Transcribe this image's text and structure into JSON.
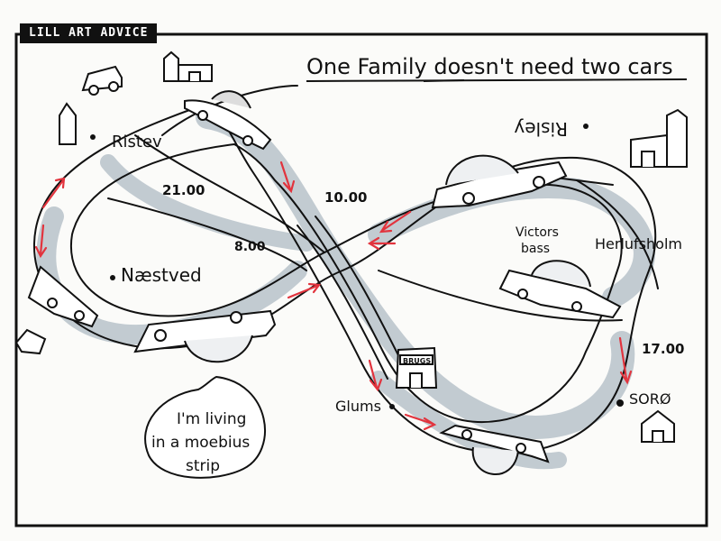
{
  "brand": "LILL ART ADVICE",
  "title": "One Family doesn't need two cars",
  "places": {
    "ristev": "Ristev",
    "risley_mirrored": "Risley",
    "naestved": "Næstved",
    "herlufsholm": "Herlufsholm",
    "glums": "Glums",
    "soro": "SORØ"
  },
  "times": {
    "t2100": "21.00",
    "t1000": "10.00",
    "t800": "8.00",
    "t1700": "17.00"
  },
  "labels": {
    "victors_bass_line1": "Victors",
    "victors_bass_line2": "bass",
    "shop_sign": "BRUGS"
  },
  "speech": {
    "line1": "I'm living",
    "line2": "in a moebius",
    "line3": "strip"
  },
  "colors": {
    "ink": "#111111",
    "shadow": "#b9c3cb",
    "arrow": "#e2333d",
    "paper": "#fbfbf9"
  }
}
